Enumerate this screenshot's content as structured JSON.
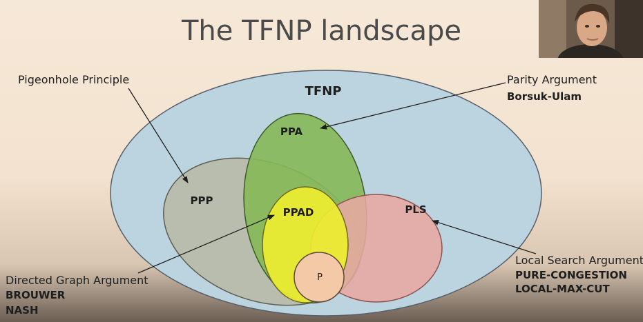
{
  "slide": {
    "title": "The TFNP landscape"
  },
  "classes": {
    "tfnp": "TFNP",
    "ppa": "PPA",
    "ppp": "PPP",
    "ppad": "PPAD",
    "pls": "PLS",
    "p": "P"
  },
  "annotations": {
    "pigeonhole": "Pigeonhole Principle",
    "parity": "Parity Argument",
    "parity_example": "Borsuk-Ulam",
    "directed": "Directed Graph Argument",
    "directed_examples": [
      "BROUWER",
      "NASH"
    ],
    "local_search": "Local Search Argument",
    "local_search_examples": [
      "PURE-CONGESTION",
      "LOCAL-MAX-CUT"
    ]
  },
  "colors": {
    "tfnp": "#bcd3e0",
    "ppa": "#86b858",
    "ppp": "#b8b9a4",
    "ppad": "#eded30",
    "pls": "#e8a8a0",
    "p": "#f3c9a7"
  },
  "webcam": {
    "icon": "presenter-video"
  }
}
